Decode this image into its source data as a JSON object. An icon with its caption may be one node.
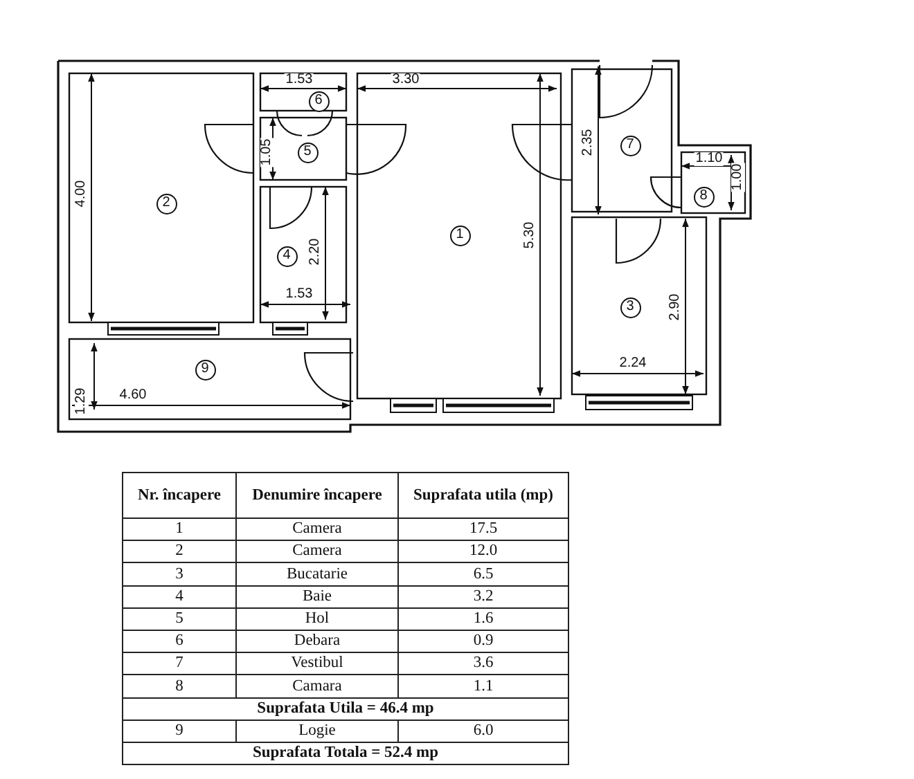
{
  "diagram": {
    "labels": [
      "1.53",
      "3.30",
      "6",
      "1.05",
      "5",
      "2.35",
      "7",
      "1.10",
      "1.00",
      "8",
      "2",
      "4.00",
      "1",
      "5.30",
      "2.20",
      "4",
      "3",
      "2.90",
      "1.53",
      "2.24",
      "9",
      "1.29",
      "4.60",
      "Nr. încapere",
      "Denumire încapere",
      "Suprafata utila (mp)",
      "1",
      "Camera",
      "17.5",
      "2",
      "Camera",
      "12.0",
      "3",
      "Bucatarie",
      "6.5",
      "4",
      "Baie",
      "3.2",
      "5",
      "Hol",
      "1.6",
      "6",
      "Debara",
      "0.9",
      "7",
      "Vestibul",
      "3.6",
      "8",
      "Camara",
      "1.1",
      "Suprafata Utila = 46.4 mp",
      "9",
      "Logie",
      "6.0",
      "Suprafata Totala = 52.4 mp"
    ]
  }
}
